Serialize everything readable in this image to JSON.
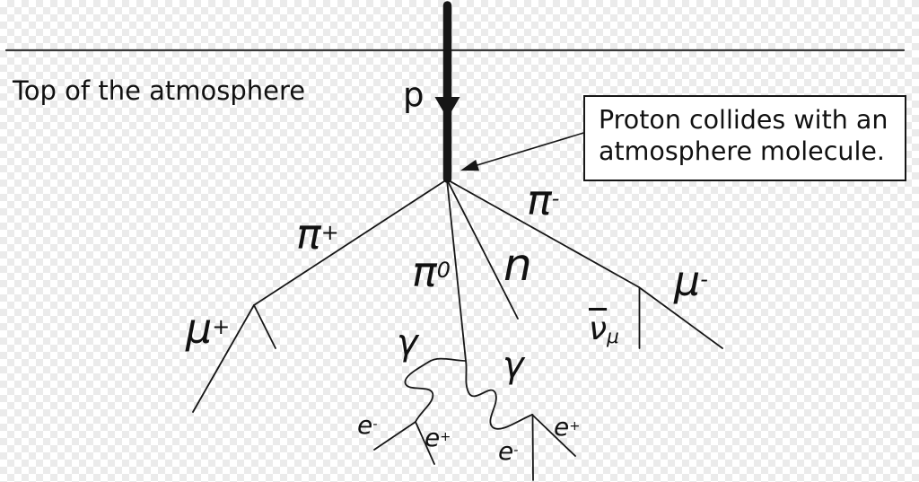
{
  "atmosphere": {
    "label": "Top of the atmosphere"
  },
  "callout": {
    "line1": "Proton collides with an",
    "line2": "atmosphere molecule."
  },
  "particles": {
    "proton": {
      "base": "p"
    },
    "pi_plus": {
      "base": "π",
      "sup": "+"
    },
    "pi_zero": {
      "base": "π",
      "sup": "0"
    },
    "pi_minus": {
      "base": "π",
      "sup": "-"
    },
    "neutron": {
      "base": "n"
    },
    "mu_plus": {
      "base": "μ",
      "sup": "+"
    },
    "mu_minus": {
      "base": "μ",
      "sup": "-"
    },
    "antineutrino_mu": {
      "base": "ν",
      "sub": "μ",
      "overbar": true
    },
    "gamma_left": {
      "base": "γ"
    },
    "gamma_right": {
      "base": "γ"
    },
    "e_minus_left": {
      "base": "e",
      "sup": "-"
    },
    "e_plus_left": {
      "base": "e",
      "sup": "+"
    },
    "e_minus_right": {
      "base": "e",
      "sup": "-"
    },
    "e_plus_right": {
      "base": "e",
      "sup": "+"
    }
  },
  "colors": {
    "ink": "#161616",
    "atmosphere_line": "#3a3a3a",
    "checker": "#ebebeb",
    "callout_background": "#ffffff"
  }
}
